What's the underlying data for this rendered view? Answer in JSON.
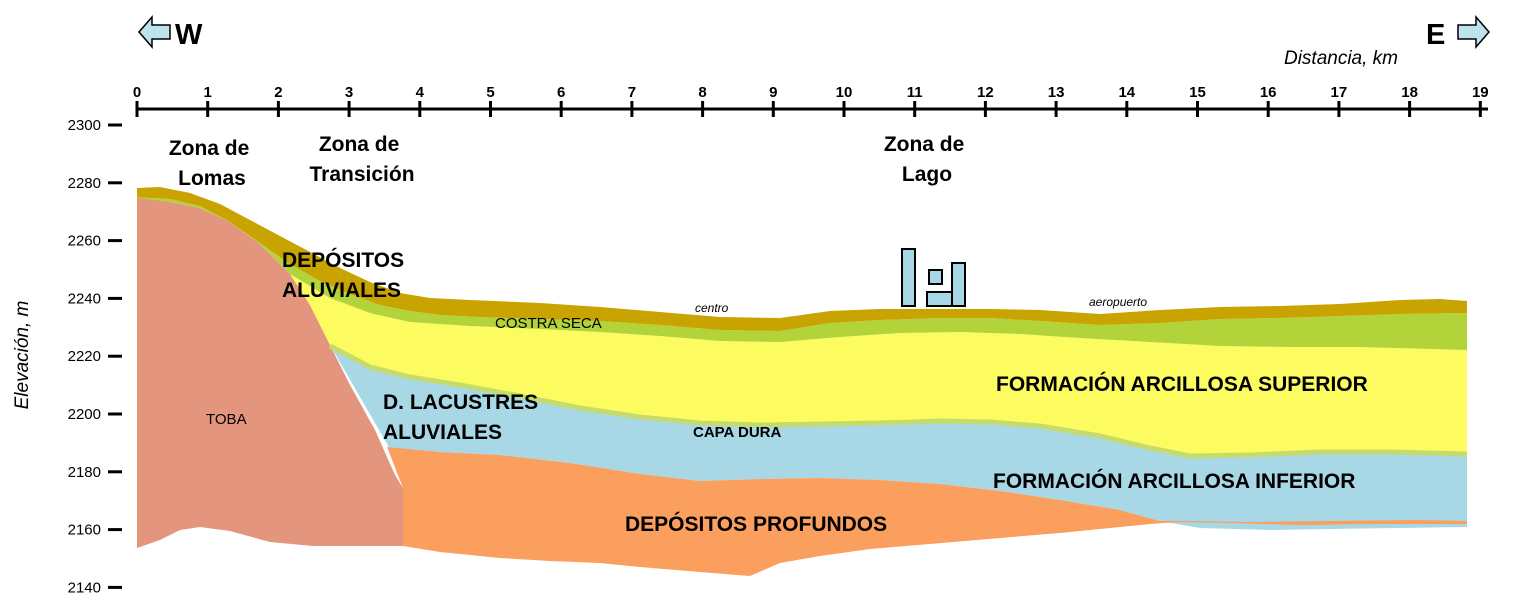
{
  "directions": {
    "west": "W",
    "east": "E"
  },
  "x_axis": {
    "title": "Distancia, km",
    "ticks": [
      "0",
      "1",
      "2",
      "3",
      "4",
      "5",
      "6",
      "7",
      "8",
      "9",
      "10",
      "11",
      "12",
      "13",
      "14",
      "15",
      "16",
      "17",
      "18",
      "19"
    ]
  },
  "y_axis": {
    "title": "Elevación, m",
    "ticks": [
      "2300",
      "2280",
      "2260",
      "2240",
      "2220",
      "2200",
      "2180",
      "2160",
      "2140"
    ]
  },
  "zones": {
    "lomas": [
      "Zona de",
      "Lomas"
    ],
    "transicion": [
      "Zona de",
      "Transición"
    ],
    "lago": [
      "Zona de",
      "Lago"
    ]
  },
  "units": {
    "depositos_aluviales": [
      "DEPÓSITOS",
      "ALUVIALES"
    ],
    "costra_seca": "COSTRA SECA",
    "toba": "TOBA",
    "lacustres": [
      "D. LACUSTRES",
      "ALUVIALES"
    ],
    "capa_dura": "CAPA DURA",
    "fas": "FORMACIÓN ARCILLOSA SUPERIOR",
    "fai": "FORMACIÓN ARCILLOSA INFERIOR",
    "profundos": "DEPÓSITOS PROFUNDOS"
  },
  "places": {
    "centro": "centro",
    "aeropuerto": "aeropuerto"
  },
  "colors": {
    "toba": "#e3957d",
    "profundos": "#fb9f5e",
    "lacustres": "#a8d8e6",
    "fas": "#fcfc60",
    "costra": "#b2d33a",
    "crust": "#c9a300",
    "capa_dura": "#c6db6e"
  }
}
